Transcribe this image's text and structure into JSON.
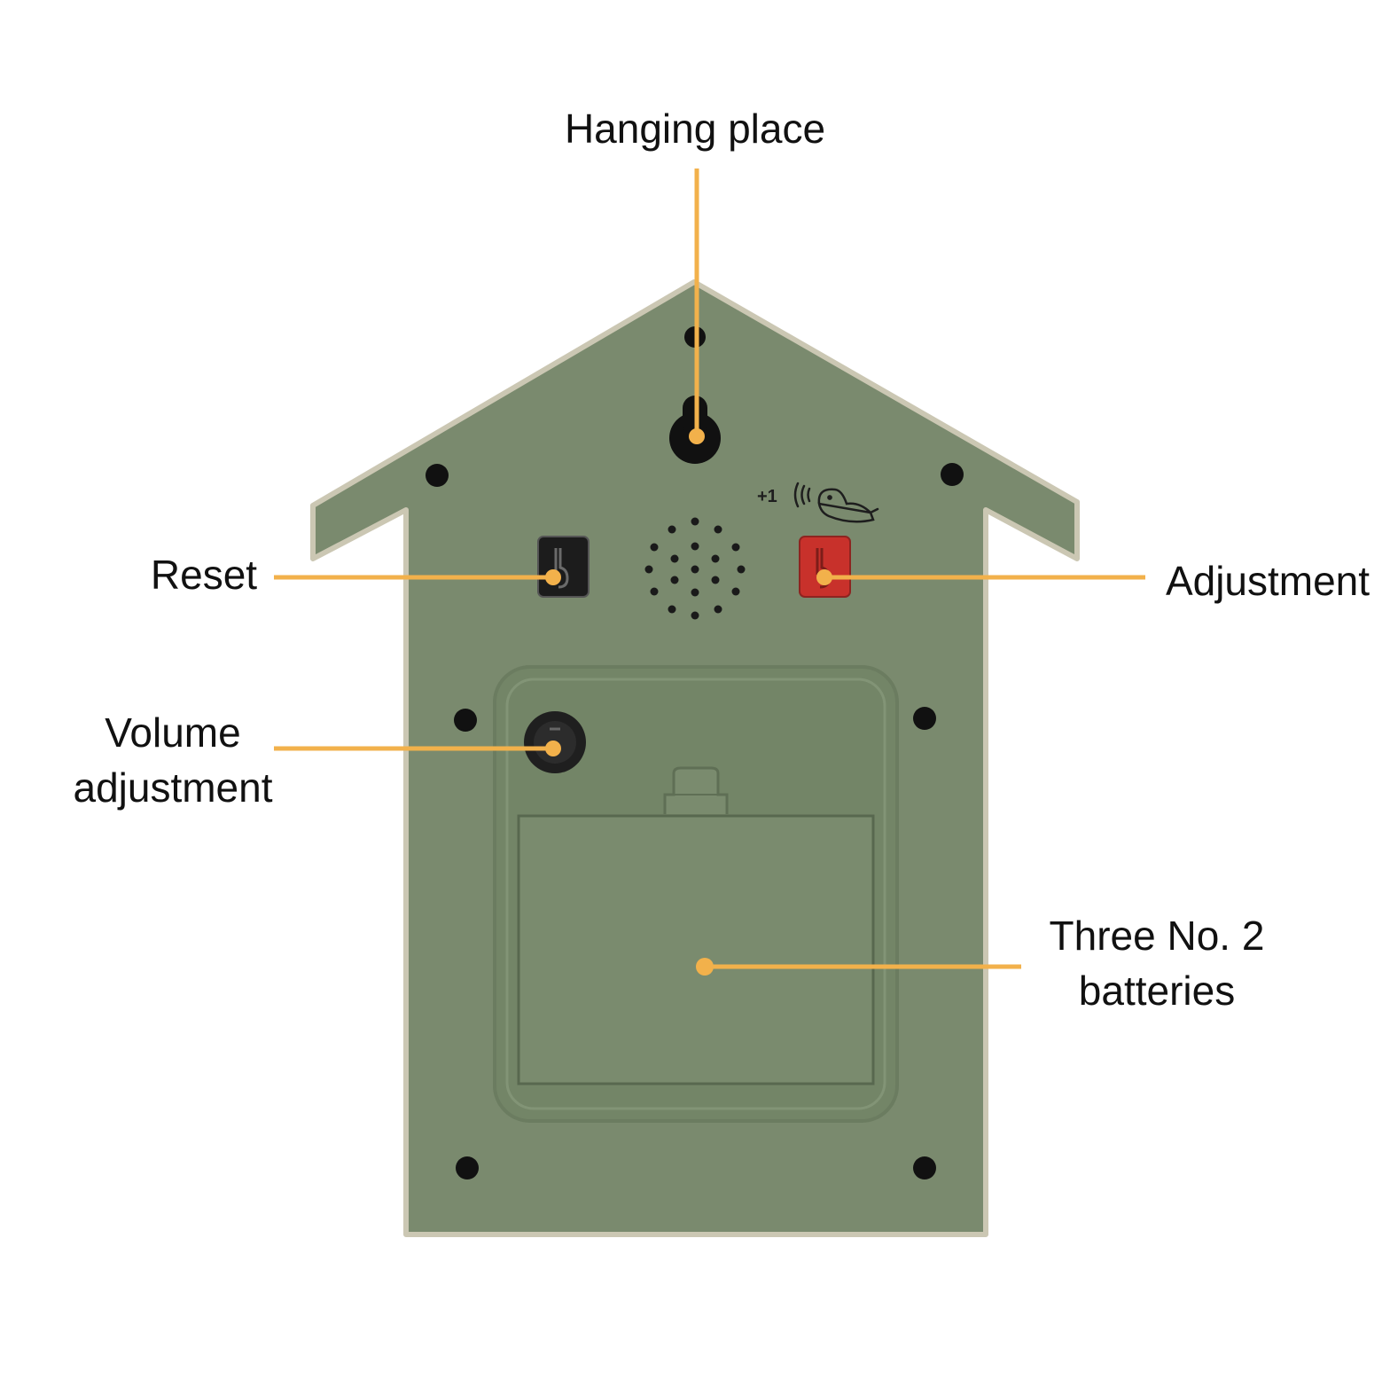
{
  "colors": {
    "background": "#ffffff",
    "body": "#7a8a6e",
    "body_edge": "#cbc7b3",
    "panel": "#738567",
    "callout": "#f2b14b",
    "hole": "#111111",
    "reset_button": "#1c1c1c",
    "adjust_button": "#c8312b",
    "text": "#111111"
  },
  "icons": {
    "hanging": "keyhole-slot-icon",
    "speaker": "speaker-grille-icon",
    "sound": "bird-sound-icon",
    "reset": "reset-button-icon",
    "adjustment": "adjustment-button-icon",
    "volume": "volume-knob-icon",
    "battery_cover": "battery-cover-icon"
  },
  "sound_icon_label": "+1",
  "callouts": {
    "hanging": {
      "lines": [
        "Hanging place"
      ]
    },
    "reset": {
      "lines": [
        "Reset"
      ]
    },
    "adjustment": {
      "lines": [
        "Adjustment"
      ]
    },
    "volume": {
      "lines": [
        "Volume",
        "adjustment"
      ]
    },
    "batteries": {
      "lines": [
        "Three No. 2",
        "batteries"
      ]
    }
  }
}
